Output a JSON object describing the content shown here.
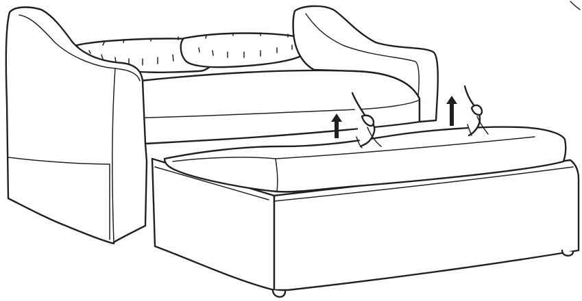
{
  "figure": {
    "kind": "assembly-instruction",
    "subject": "sofa-bed-trundle-mattress-lift",
    "line_color": "#231f20",
    "background_color": "#ffffff"
  },
  "arrows": [
    {
      "direction": "up",
      "icon": "arrow-up-icon"
    },
    {
      "direction": "up",
      "icon": "arrow-up-icon"
    }
  ],
  "hands": [
    {
      "icon": "hand-icon",
      "action": "lift"
    },
    {
      "icon": "hand-icon",
      "action": "lift"
    }
  ]
}
